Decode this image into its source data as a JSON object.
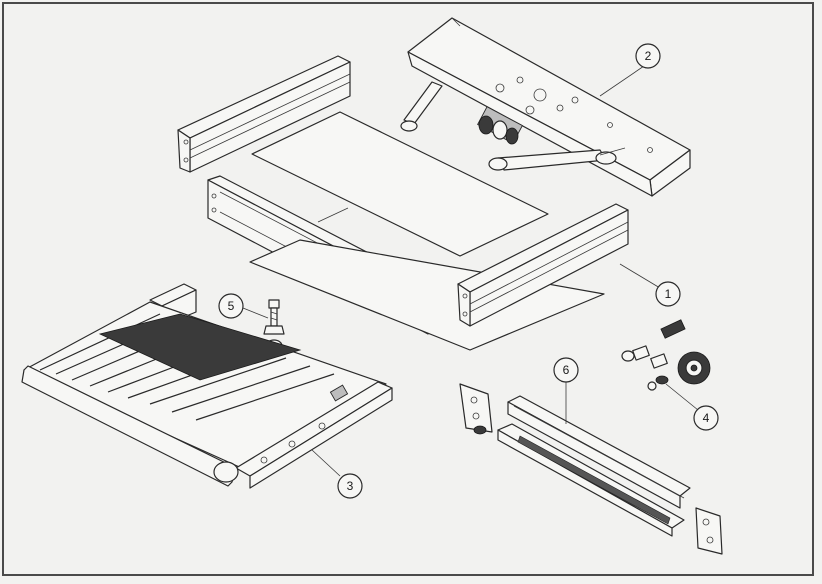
{
  "callouts": [
    {
      "id": "c1",
      "label": "1"
    },
    {
      "id": "c2",
      "label": "2"
    },
    {
      "id": "c3",
      "label": "3"
    },
    {
      "id": "c4",
      "label": "4"
    },
    {
      "id": "c5",
      "label": "5"
    },
    {
      "id": "c6",
      "label": "6"
    }
  ],
  "colors": {
    "ink": "#2a2a2a",
    "paper": "#f2f2f0",
    "frame": "#4a4a4a"
  }
}
